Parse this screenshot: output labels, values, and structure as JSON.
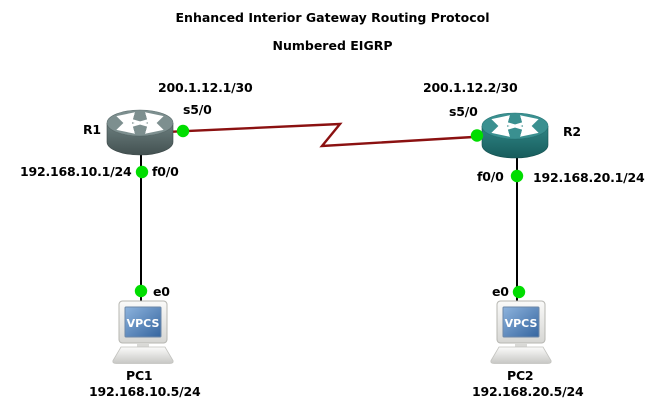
{
  "title": {
    "line1": "Enhanced Interior Gateway Routing Protocol",
    "line2": "Numbered EIGRP"
  },
  "nodes": {
    "r1": {
      "name": "R1",
      "icon": "router-icon"
    },
    "r2": {
      "name": "R2",
      "icon": "router-icon"
    },
    "pc1": {
      "name": "PC1",
      "icon": "vpcs-computer-icon",
      "screen_label": "VPCS"
    },
    "pc2": {
      "name": "PC2",
      "icon": "vpcs-computer-icon",
      "screen_label": "VPCS"
    }
  },
  "links": {
    "serial_r1_r2": {
      "type": "serial",
      "r1_interface": "s5/0",
      "r1_ip": "200.1.12.1/30",
      "r2_interface": "s5/0",
      "r2_ip": "200.1.12.2/30"
    },
    "ethernet_r1_pc1": {
      "type": "ethernet",
      "router_interface": "f0/0",
      "router_ip": "192.168.10.1/24",
      "pc_interface": "e0",
      "pc_ip": "192.168.10.5/24"
    },
    "ethernet_r2_pc2": {
      "type": "ethernet",
      "router_interface": "f0/0",
      "router_ip": "192.168.20.1/24",
      "pc_interface": "e0",
      "pc_ip": "192.168.20.5/24"
    }
  },
  "colors": {
    "background": "#ffffff",
    "serial_link": "#8b1111",
    "ethernet_link": "#000000",
    "interface_up_dot": "#00dd00",
    "router1_top": "#7d8f8f",
    "router2_top": "#3a9090",
    "pc_screen_blue": "#4479b2",
    "label_text": "#000000"
  }
}
